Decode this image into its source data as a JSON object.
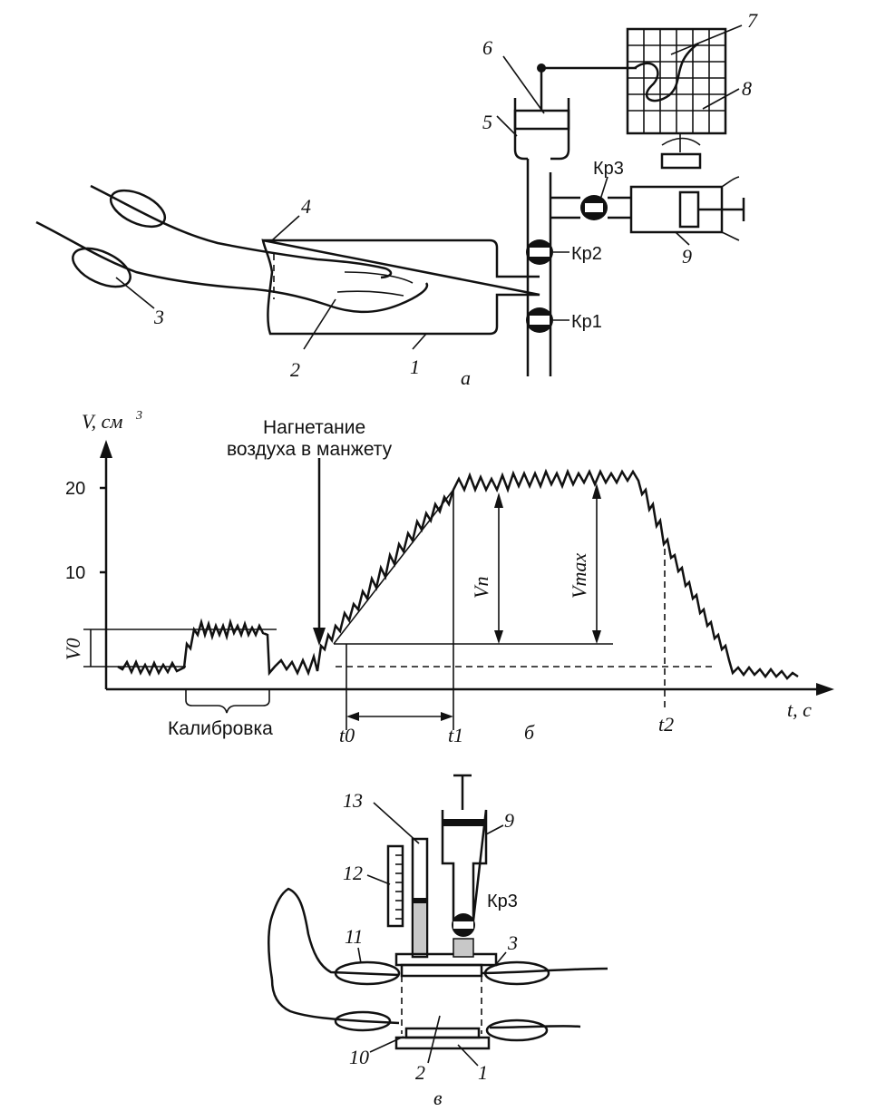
{
  "panel_a": {
    "caption": "а",
    "labels": {
      "n1": "1",
      "n2": "2",
      "n3": "3",
      "n4": "4",
      "n5": "5",
      "n6": "6",
      "n7": "7",
      "n8": "8",
      "n9": "9"
    },
    "valves": {
      "kr1": "Кр1",
      "kr2": "Кр2",
      "kr3": "Кр3"
    }
  },
  "panel_b": {
    "caption": "б",
    "y_axis_label": "V, см",
    "y_axis_exp": "3",
    "x_axis_label": "t, с",
    "y_ticks": [
      "20",
      "10"
    ],
    "v0_label": "V0",
    "vn_label": "Vп",
    "vmax_label": "Vmax",
    "t0_label": "t0",
    "t1_label": "t1",
    "t2_label": "t2",
    "calibration_label": "Калибровка",
    "annotation_line1": "Нагнетание",
    "annotation_line2": "воздуха в манжету"
  },
  "panel_c": {
    "caption": "в",
    "labels": {
      "n1": "1",
      "n2": "2",
      "n3": "3",
      "n9": "9",
      "n10": "10",
      "n11": "11",
      "n12": "12",
      "n13": "13"
    },
    "valve": "Кр3"
  },
  "chart_data": {
    "type": "line",
    "xlabel": "t, с",
    "ylabel": "V, см3",
    "y_ticks": [
      10,
      20
    ],
    "markers": [
      "t0",
      "t1",
      "t2"
    ]
  }
}
